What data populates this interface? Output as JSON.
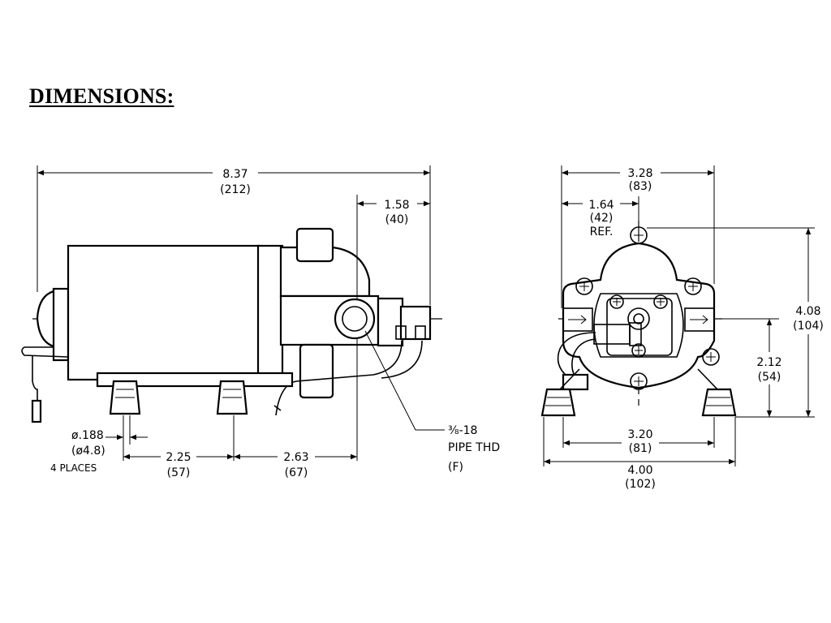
{
  "title": "DIMENSIONS:",
  "side_view": {
    "overall_length": {
      "in": "8.37",
      "mm": "(212)"
    },
    "outlet_offset": {
      "in": "1.58",
      "mm": "(40)"
    },
    "mount_hole": {
      "in": "ø.188",
      "mm": "(ø4.8)",
      "note": "4 PLACES"
    },
    "foot_spacing_a": {
      "in": "2.25",
      "mm": "(57)"
    },
    "foot_spacing_b": {
      "in": "2.63",
      "mm": "(67)"
    },
    "port_thread": {
      "line1": "⅜-18",
      "line2": "PIPE THD",
      "line3": "(F)"
    }
  },
  "end_view": {
    "overall_width": {
      "in": "3.28",
      "mm": "(83)"
    },
    "centerline_offset": {
      "in": "1.64",
      "mm": "(42)",
      "note": "REF."
    },
    "overall_height": {
      "in": "4.08",
      "mm": "(104)"
    },
    "center_height": {
      "in": "2.12",
      "mm": "(54)"
    },
    "mount_spacing": {
      "in": "3.20",
      "mm": "(81)"
    },
    "base_width": {
      "in": "4.00",
      "mm": "(102)"
    }
  }
}
